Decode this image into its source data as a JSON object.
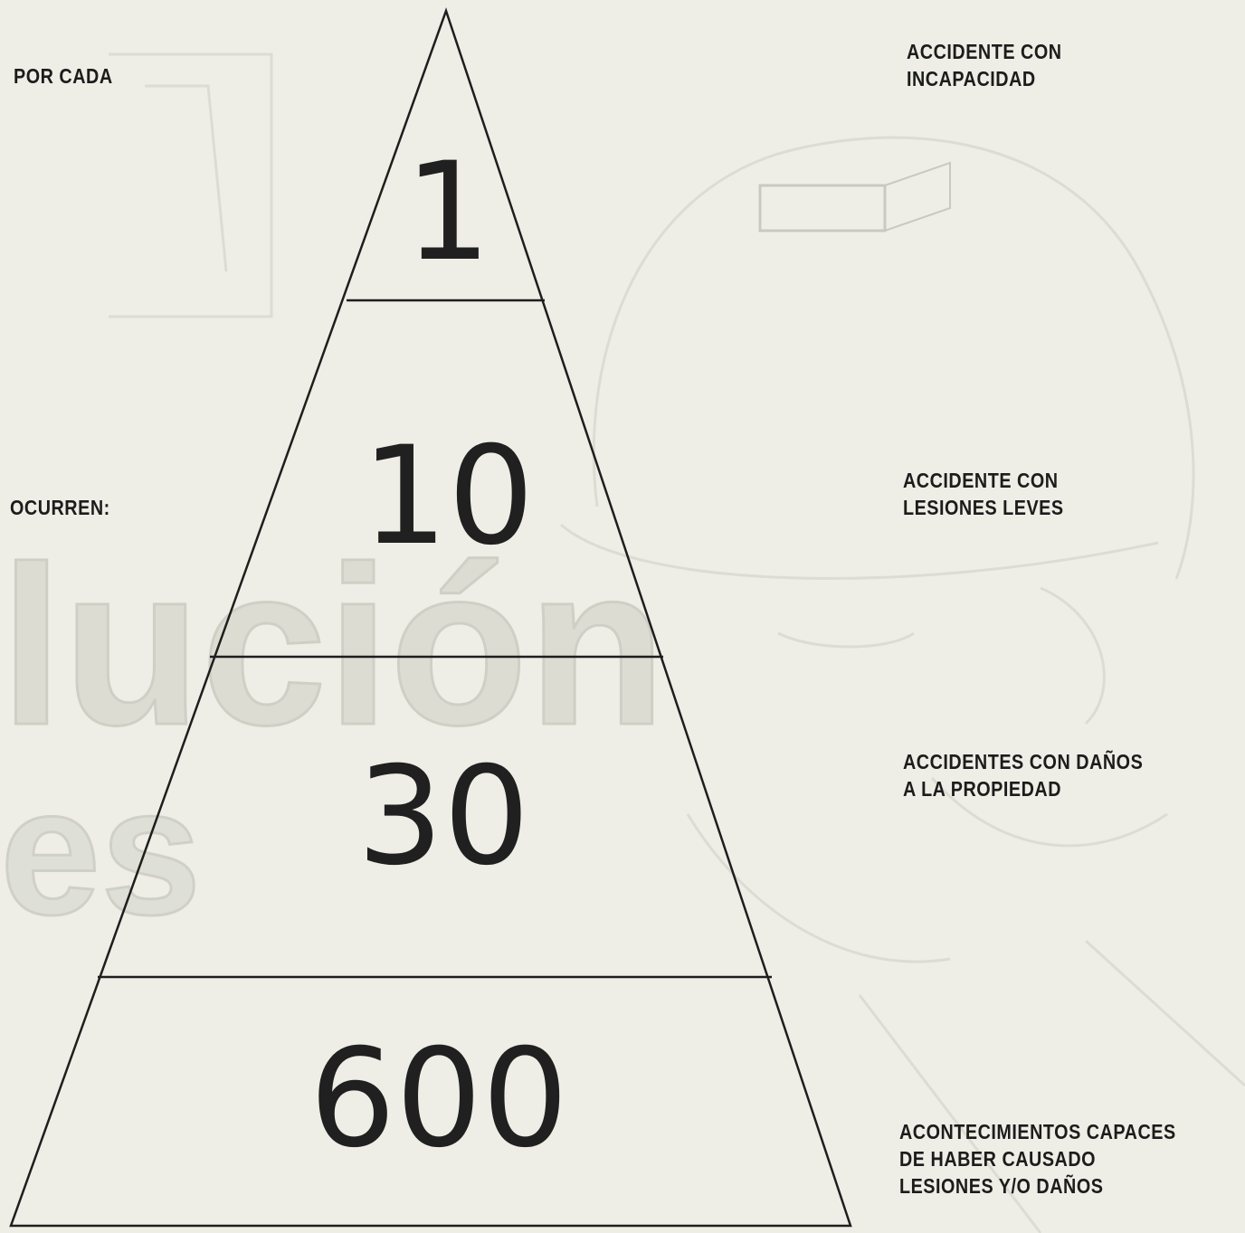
{
  "labels": {
    "por_cada": "POR CADA",
    "ocurren": "OCURREN:"
  },
  "tiers": [
    {
      "number": "1",
      "lines": [
        "ACCIDENTE CON",
        "INCAPACIDAD"
      ]
    },
    {
      "number": "10",
      "lines": [
        "ACCIDENTE CON",
        "LESIONES LEVES"
      ]
    },
    {
      "number": "30",
      "lines": [
        "ACCIDENTES CON DAÑOS",
        "A LA PROPIEDAD"
      ]
    },
    {
      "number": "600",
      "lines": [
        "ACONTECIMIENTOS CAPACES",
        "DE HABER CAUSADO",
        "LESIONES Y/O DAÑOS"
      ]
    }
  ],
  "background_watermark": "lución es",
  "colors": {
    "paper": "#eeeee6",
    "ink": "#1c1c1c",
    "watermark": "#d8d8d0"
  }
}
